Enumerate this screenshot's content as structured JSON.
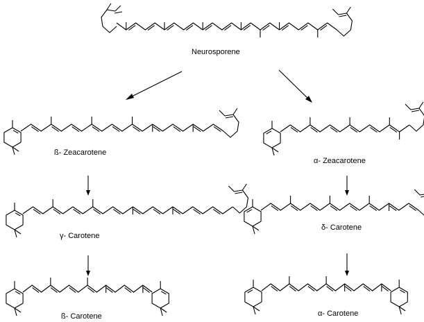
{
  "diagram": {
    "colors": {
      "ink": "#000000",
      "background": "#ffffff"
    },
    "compounds": {
      "neurosporene": "Neurosporene",
      "beta_zeacarotene": "ß- Zeacarotene",
      "alpha_zeacarotene": "α- Zeacarotene",
      "gamma_carotene": "γ- Carotene",
      "delta_carotene": "δ- Carotene",
      "beta_carotene": "ß- Carotene",
      "alpha_carotene": "α- Carotene"
    }
  }
}
